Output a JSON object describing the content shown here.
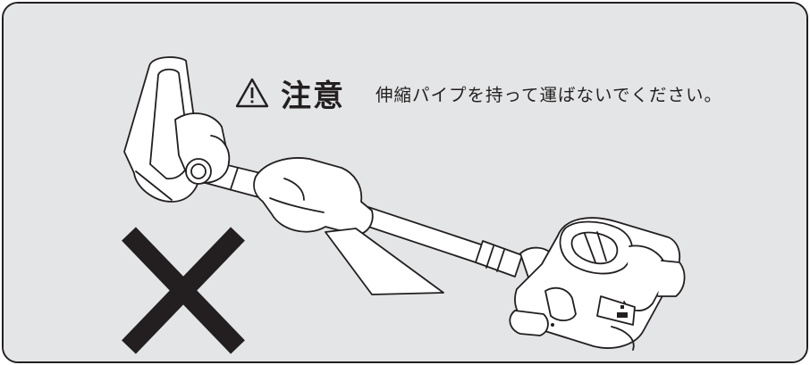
{
  "colors": {
    "panel_background": "#e4e5e6",
    "ink": "#231f20",
    "device_body": "#ffffff"
  },
  "notice": {
    "icon": "warning-triangle-icon",
    "title": "注意",
    "message": "伸縮パイプを持って運ばないでください。"
  },
  "illustration": {
    "subject": "stick-vacuum-carried-by-extension-pipe",
    "prohibition_mark": "cross-mark-icon"
  }
}
